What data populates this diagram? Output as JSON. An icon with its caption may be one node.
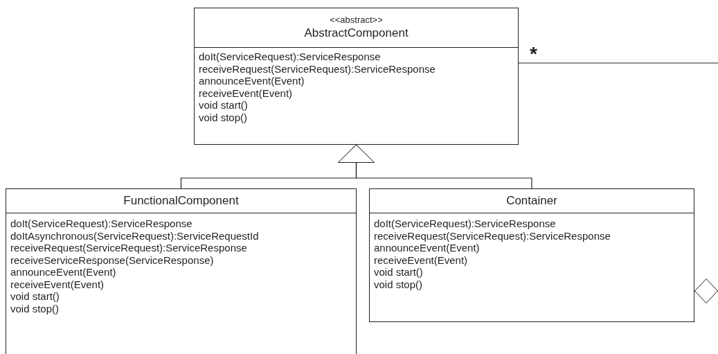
{
  "diagram": {
    "nodes": [
      {
        "text": [
          "<<abstract>>",
          "AbstractComponent",
          "doIt(ServiceRequest):ServiceResponse",
          "receiveRequest(ServiceRequest):ServiceResponse",
          "announceEvent(Event)",
          "receiveEvent(Event)",
          "void start()",
          "void stop()"
        ]
      },
      {
        "text": [
          "FunctionalComponent",
          "doIt(ServiceRequest):ServiceResponse",
          "doItAsynchronous(ServiceRequest):ServiceRequestId",
          "receiveRequest(ServiceRequest):ServiceResponse",
          "receiveServiceResponse(ServiceResponse)",
          "announceEvent(Event)",
          "receiveEvent(Event)",
          "void start()",
          "void stop()"
        ]
      },
      {
        "text": [
          "Container",
          "doIt(ServiceRequest):ServiceResponse",
          "receiveRequest(ServiceRequest):ServiceResponse",
          "announceEvent(Event)",
          "receiveEvent(Event)",
          "void start()",
          "void stop()"
        ]
      }
    ],
    "edges": [
      {
        "from": 1,
        "to": 0,
        "arrow": "to"
      },
      {
        "from": 2,
        "to": 0,
        "arrow": "to"
      },
      {
        "from": 0,
        "to": null,
        "arrow": "none",
        "label": "*"
      },
      {
        "from": 2,
        "to": null,
        "arrow": "other"
      }
    ]
  }
}
